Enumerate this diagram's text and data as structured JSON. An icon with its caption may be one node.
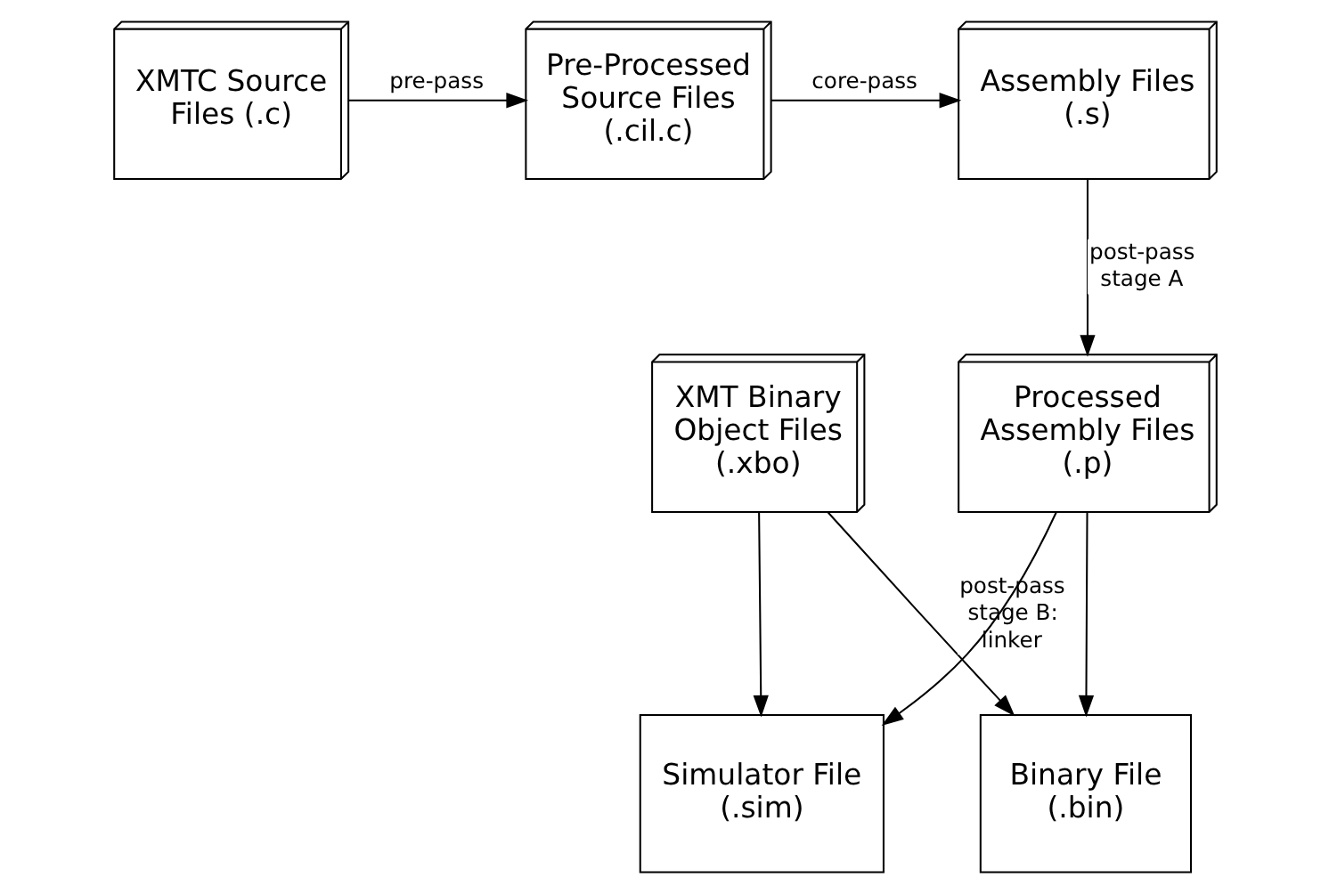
{
  "diagram": {
    "nodes": [
      {
        "text": [
          "XMTC Source Files (.c)"
        ]
      },
      {
        "text": [
          "Pre-Processed Source Files (.cil.c)"
        ]
      },
      {
        "text": [
          "Assembly Files (.s)"
        ]
      },
      {
        "text": [
          "XMT Binary Object Files (.xbo)"
        ]
      },
      {
        "text": [
          "Processed Assembly Files (.p)"
        ]
      },
      {
        "text": [
          "Simulator File (.sim)"
        ]
      },
      {
        "text": [
          "Binary File (.bin)"
        ]
      }
    ],
    "edges": [
      {
        "from": 0,
        "to": 1,
        "arrow": "to",
        "label": "pre-pass"
      },
      {
        "from": 1,
        "to": 2,
        "arrow": "to",
        "label": "core-pass"
      },
      {
        "from": 2,
        "to": 4,
        "arrow": "to",
        "label": "post-pass stage A"
      },
      {
        "from": 3,
        "to": 5,
        "arrow": "to"
      },
      {
        "from": 4,
        "to": 5,
        "arrow": "to"
      },
      {
        "from": 4,
        "to": 6,
        "arrow": "to"
      },
      {
        "from": 3,
        "to": 6,
        "arrow": "to",
        "label": "post-pass stage B: linker"
      }
    ]
  }
}
